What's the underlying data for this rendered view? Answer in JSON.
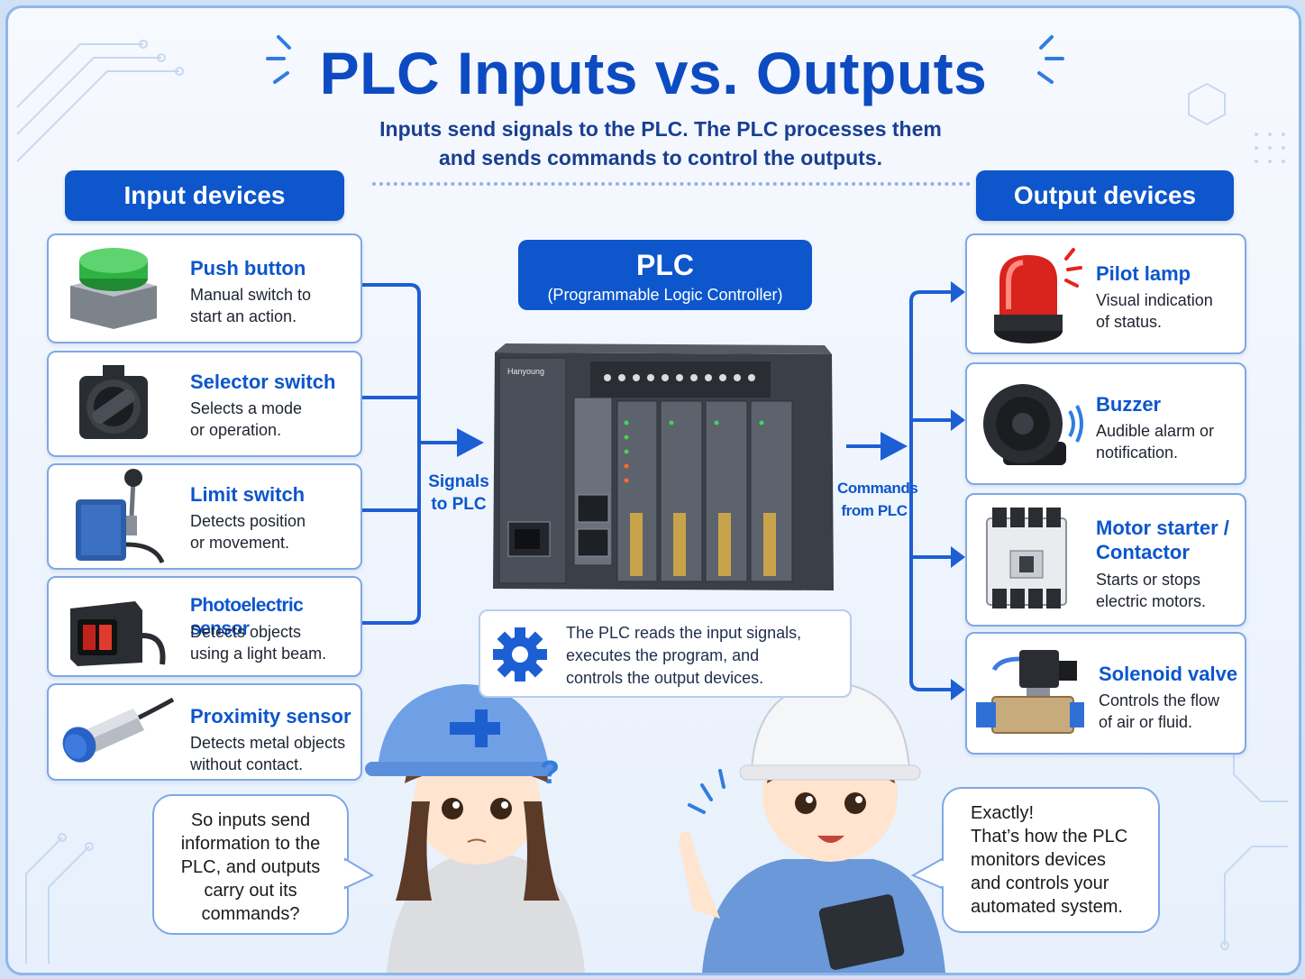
{
  "title": "PLC Inputs vs. Outputs",
  "subtitle": {
    "line1": "Inputs send signals to the PLC.  The PLC processes them",
    "line2": "and sends commands to control the outputs."
  },
  "inputs": {
    "header": "Input devices",
    "items": [
      {
        "title": "Push button",
        "desc1": "Manual switch to",
        "desc2": "start an action.",
        "icon": "push-button-icon"
      },
      {
        "title": "Selector switch",
        "desc1": "Selects a mode",
        "desc2": "or operation.",
        "icon": "selector-switch-icon"
      },
      {
        "title": "Limit switch",
        "desc1": "Detects position",
        "desc2": "or movement.",
        "icon": "limit-switch-icon"
      },
      {
        "title": "Photoelectric sensor",
        "desc1": "Detects objects",
        "desc2": "using a light beam.",
        "icon": "photoelectric-sensor-icon"
      },
      {
        "title": "Proximity sensor",
        "desc1": "Detects metal objects",
        "desc2": "without contact.",
        "icon": "proximity-sensor-icon"
      }
    ]
  },
  "outputs": {
    "header": "Output devices",
    "items": [
      {
        "title": "Pilot lamp",
        "title2": "",
        "desc1": "Visual indication",
        "desc2": "of status.",
        "icon": "pilot-lamp-icon"
      },
      {
        "title": "Buzzer",
        "title2": "",
        "desc1": "Audible alarm or",
        "desc2": "notification.",
        "icon": "buzzer-icon"
      },
      {
        "title": "Motor starter /",
        "title2": "Contactor",
        "desc1": "Starts or stops",
        "desc2": "electric motors.",
        "icon": "contactor-icon"
      },
      {
        "title": "Solenoid valve",
        "title2": "",
        "desc1": "Controls the flow",
        "desc2": "of air or fluid.",
        "icon": "solenoid-valve-icon"
      }
    ]
  },
  "plc": {
    "title": "PLC",
    "subtitle": "(Programmable Logic Controller)",
    "brand": "Hanyoung"
  },
  "flow": {
    "in_line1": "Signals",
    "in_line2": "to PLC",
    "out_line1": "Commands",
    "out_line2": "from PLC"
  },
  "note": {
    "line1": "The PLC reads the input signals,",
    "line2": "executes the program, and",
    "line3": "controls the output devices.",
    "icon": "gear-icon"
  },
  "bubbles": {
    "left": [
      "So inputs send",
      "information to the",
      "PLC, and outputs",
      "carry out its",
      "commands?"
    ],
    "right": [
      "Exactly!",
      "That’s how the PLC",
      "monitors devices",
      "and controls your",
      "automated system."
    ]
  },
  "colors": {
    "accent": "#0d56cc",
    "title": "#0d4bc2",
    "card_border": "#7ea8e6"
  }
}
